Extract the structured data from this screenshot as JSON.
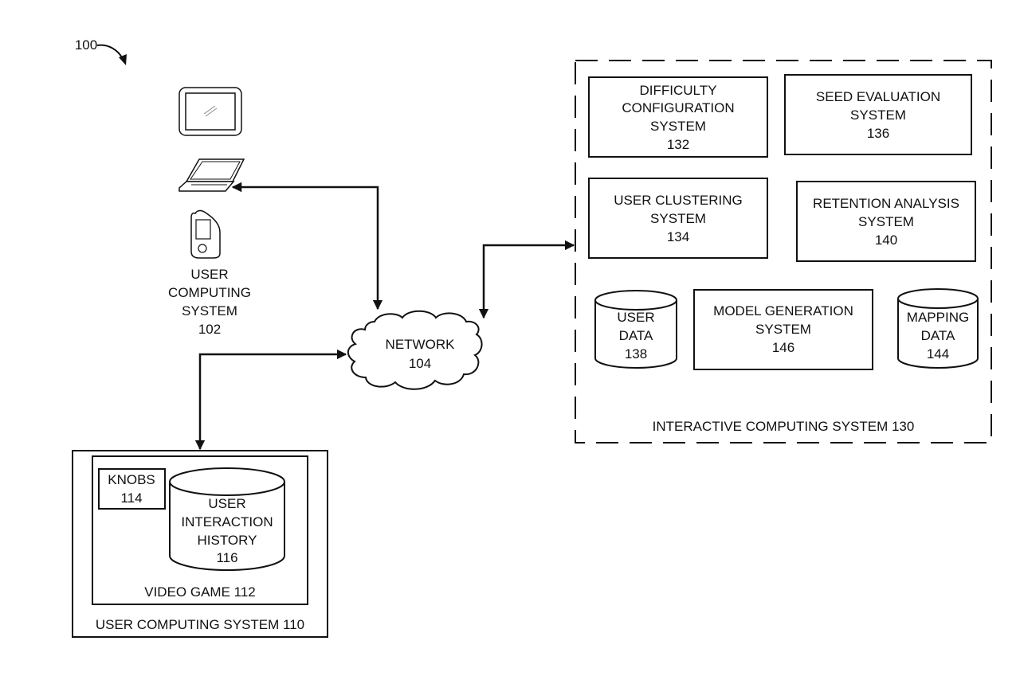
{
  "figure_ref": "100",
  "user_computing_system_102": {
    "lines": [
      "USER",
      "COMPUTING",
      "SYSTEM",
      "102"
    ],
    "devices": [
      "tablet",
      "laptop",
      "mobile-phone"
    ]
  },
  "network": {
    "lines": [
      "NETWORK",
      "104"
    ]
  },
  "interactive_computing_system": {
    "label": "INTERACTIVE COMPUTING SYSTEM 130",
    "components": {
      "difficulty": {
        "lines": [
          "DIFFICULTY",
          "CONFIGURATION",
          "SYSTEM",
          "132"
        ]
      },
      "seed": {
        "lines": [
          "SEED EVALUATION",
          "SYSTEM",
          "136"
        ]
      },
      "clustering": {
        "lines": [
          "USER CLUSTERING",
          "SYSTEM",
          "134"
        ]
      },
      "retention": {
        "lines": [
          "RETENTION ANALYSIS",
          "SYSTEM",
          "140"
        ]
      },
      "model": {
        "lines": [
          "MODEL GENERATION",
          "SYSTEM",
          "146"
        ]
      },
      "user_data": {
        "lines": [
          "USER",
          "DATA",
          "138"
        ]
      },
      "mapping_data": {
        "lines": [
          "MAPPING",
          "DATA",
          "144"
        ]
      }
    }
  },
  "user_computing_system_110": {
    "label": "USER COMPUTING SYSTEM 110",
    "video_game": {
      "label": "VIDEO GAME 112",
      "knobs": {
        "lines": [
          "KNOBS",
          "114"
        ]
      },
      "history": {
        "lines": [
          "USER",
          "INTERACTION",
          "HISTORY",
          "116"
        ]
      }
    }
  }
}
